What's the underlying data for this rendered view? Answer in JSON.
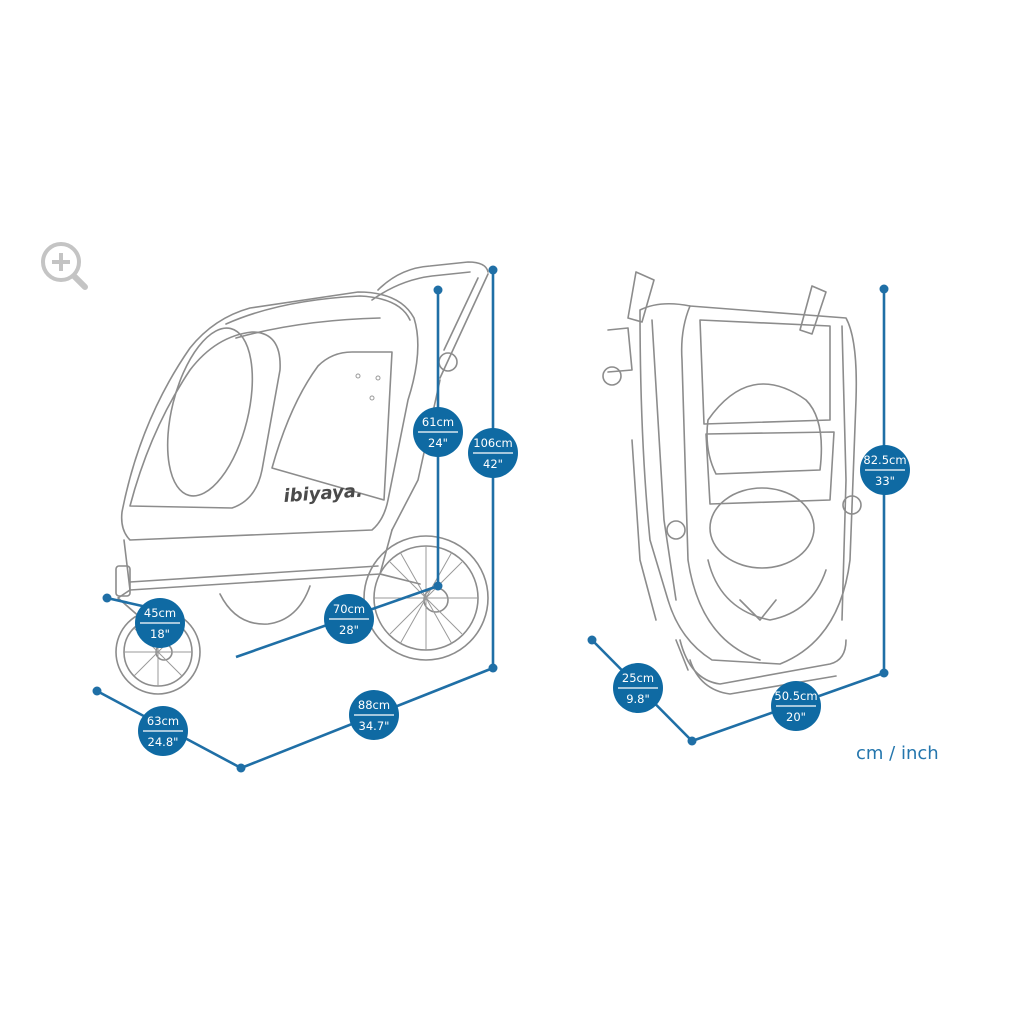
{
  "zoom": {
    "icon": "magnifier-plus-icon"
  },
  "brand": "ibiyaya.",
  "unit_label": "cm / inch",
  "colors": {
    "dimension": "#1f6fa6",
    "badge": "#0f6aa3",
    "drawing": "#8c8c8c"
  },
  "dimensions": {
    "wheel_diameter": {
      "cm": "45cm",
      "inch": "18\""
    },
    "front_width": {
      "cm": "63cm",
      "inch": "24.8\""
    },
    "total_length": {
      "cm": "88cm",
      "inch": "34.7\""
    },
    "rear_width": {
      "cm": "70cm",
      "inch": "28\""
    },
    "cabin_height": {
      "cm": "61cm",
      "inch": "24\""
    },
    "total_height": {
      "cm": "106cm",
      "inch": "42\""
    },
    "folded_depth": {
      "cm": "25cm",
      "inch": "9.8\""
    },
    "folded_width": {
      "cm": "50.5cm",
      "inch": "20\""
    },
    "folded_height": {
      "cm": "82.5cm",
      "inch": "33\""
    }
  }
}
